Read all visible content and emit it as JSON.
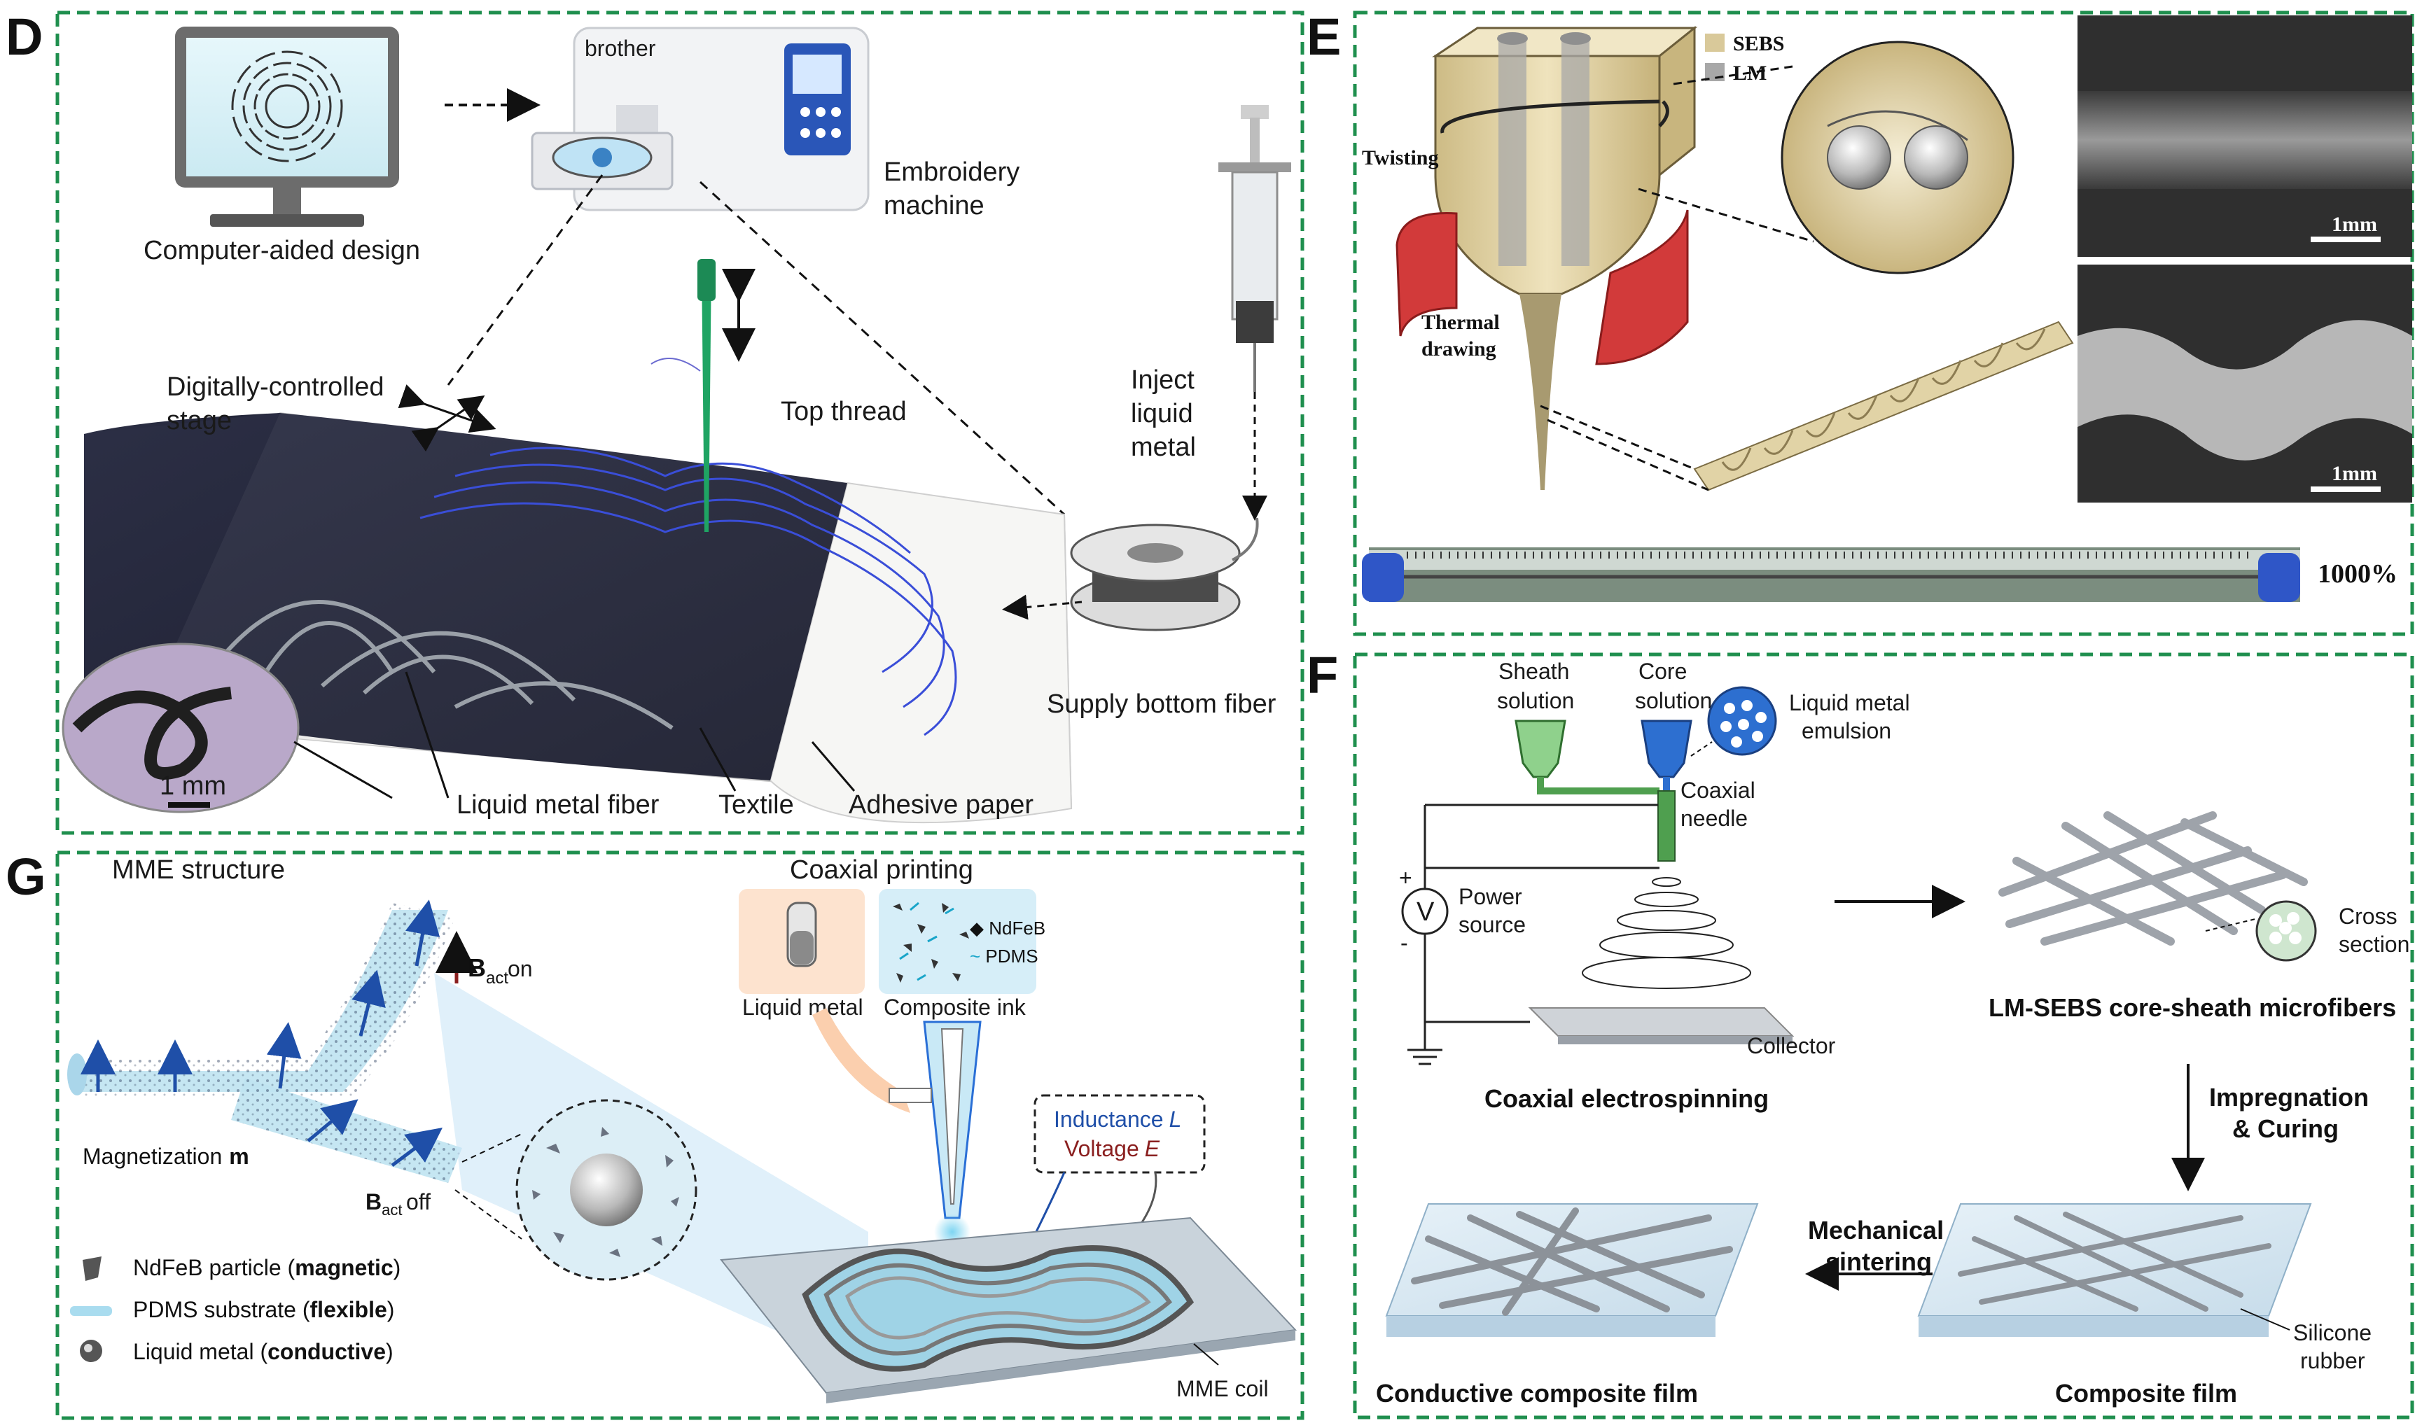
{
  "panels": {
    "D": {
      "letter": "D",
      "computer_label": "Computer-aided design",
      "machine_label_1": "Embroidery",
      "machine_label_2": "machine",
      "machine_brand": "brother",
      "stage_label_1": "Digitally-controlled",
      "stage_label_2": "stage",
      "top_thread_label": "Top thread",
      "inject_label_1": "Inject",
      "inject_label_2": "liquid",
      "inject_label_3": "metal",
      "supply_label": "Supply bottom fiber",
      "liquid_metal_fiber_label": "Liquid metal fiber",
      "textile_label": "Textile",
      "adhesive_label": "Adhesive paper",
      "scale_label": "1 mm"
    },
    "E": {
      "letter": "E",
      "legend_sebs": "SEBS",
      "legend_lm": "LM",
      "twisting_label": "Twisting",
      "thermal_label_1": "Thermal",
      "thermal_label_2": "drawing",
      "scale_top": "1mm",
      "scale_bottom": "1mm",
      "strain_label": "1000%"
    },
    "F": {
      "letter": "F",
      "sheath_label_1": "Sheath",
      "sheath_label_2": "solution",
      "core_label_1": "Core",
      "core_label_2": "solution",
      "emulsion_label_1": "Liquid metal",
      "emulsion_label_2": "emulsion",
      "needle_label_1": "Coaxial",
      "needle_label_2": "needle",
      "power_label_1": "Power",
      "power_label_2": "source",
      "plus": "+",
      "minus": "-",
      "volt_symbol": "V",
      "collector_label": "Collector",
      "electrospin_label": "Coaxial electrospinning",
      "cross_label_1": "Cross",
      "cross_label_2": "section",
      "microfiber_label": "LM-SEBS core-sheath microfibers",
      "impregnation_label_1": "Impregnation",
      "impregnation_label_2": "& Curing",
      "mechanical_label_1": "Mechanical",
      "mechanical_label_2": "sintering",
      "silicone_label_1": "Silicone",
      "silicone_label_2": "rubber",
      "conductive_film_label": "Conductive composite film",
      "composite_film_label": "Composite film"
    },
    "G": {
      "letter": "G",
      "mme_structure_label": "MME structure",
      "coaxial_printing_label": "Coaxial printing",
      "bact_on_label": "on",
      "bact_off_label": "off",
      "bact_symbol": "B",
      "bact_sub": "act",
      "magnetization_label": "Magnetization",
      "magnetization_symbol": "m",
      "liquid_metal_label": "Liquid metal",
      "composite_ink_label": "Composite ink",
      "ndfeb_label": "NdFeB",
      "pdms_label": "PDMS",
      "inductance_label": "Inductance",
      "inductance_symbol": "L",
      "voltage_label": "Voltage",
      "voltage_symbol": "E",
      "legend_1_text": "NdFeB particle (",
      "legend_1_bold": "magnetic",
      "legend_2_text": "PDMS substrate (",
      "legend_2_bold": "flexible",
      "legend_3_text": "Liquid metal (",
      "legend_3_bold": "conductive",
      "legend_close": ")",
      "coil_label": "MME coil"
    }
  },
  "colors": {
    "frame_green": "#1f8f4e",
    "sebs": "#d9c99a",
    "lm": "#a8a8a8",
    "coaxial_blue": "#2a6fd6",
    "sheath_green": "#8fd18c",
    "core_blue": "#2d6fd0",
    "pdms_blue": "#a9dcef",
    "inductance_blue": "#1f4fa8",
    "voltage_red": "#8a1f1f",
    "heater_red": "#d23a3a"
  }
}
